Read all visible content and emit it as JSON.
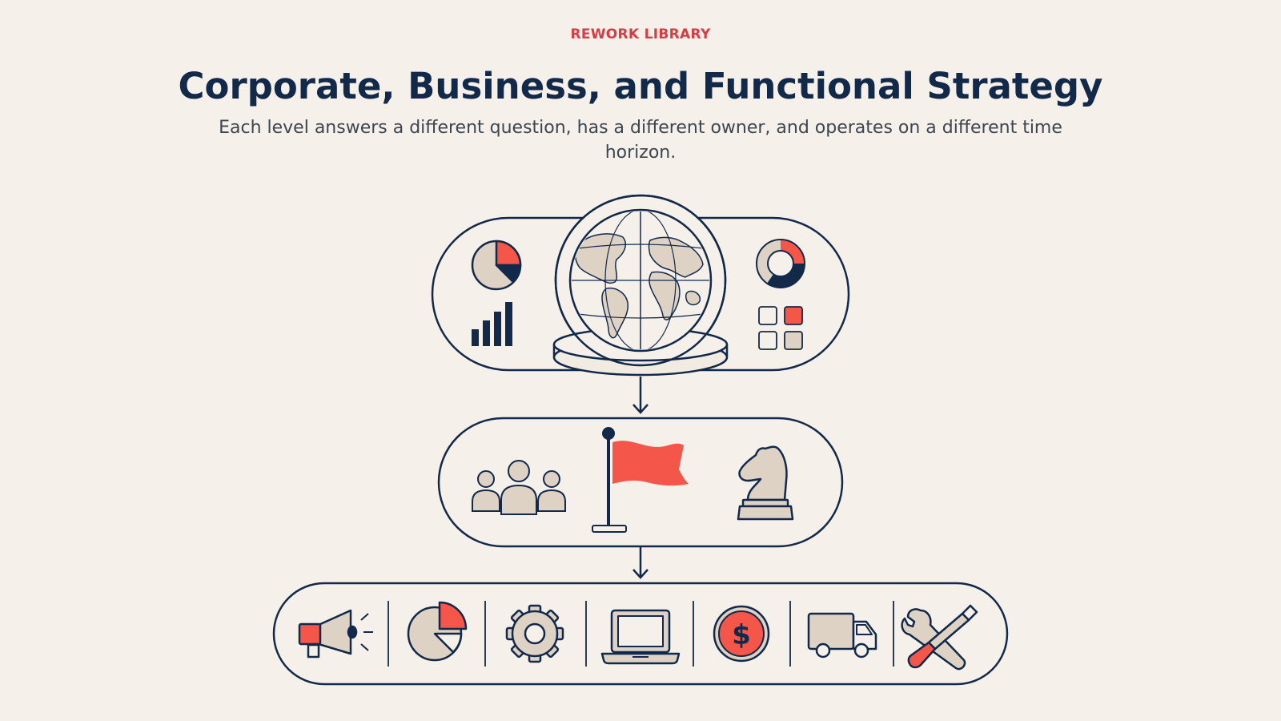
{
  "header": {
    "eyebrow": "REWORK LIBRARY",
    "title": "Corporate, Business, and Functional Strategy",
    "subtitle": "Each level answers a different question, has a different owner, and operates on a different time horizon."
  },
  "colors": {
    "background": "#f5f1ea",
    "navy": "#13294a",
    "accent_red": "#f5564a",
    "eyebrow_red": "#d93b45",
    "beige": "#ddd2c4",
    "text_gray": "#3d4650"
  },
  "levels": [
    {
      "level": "corporate",
      "icons": [
        "pie-chart-icon",
        "bar-chart-icon",
        "globe-icon",
        "donut-chart-icon",
        "grid-squares-icon"
      ]
    },
    {
      "level": "business",
      "icons": [
        "team-icon",
        "flag-icon",
        "chess-knight-icon"
      ]
    },
    {
      "level": "functional",
      "icons": [
        "megaphone-icon",
        "pie-chart-icon",
        "gear-icon",
        "laptop-icon",
        "dollar-coin-icon",
        "delivery-truck-icon",
        "tools-icon"
      ]
    }
  ]
}
